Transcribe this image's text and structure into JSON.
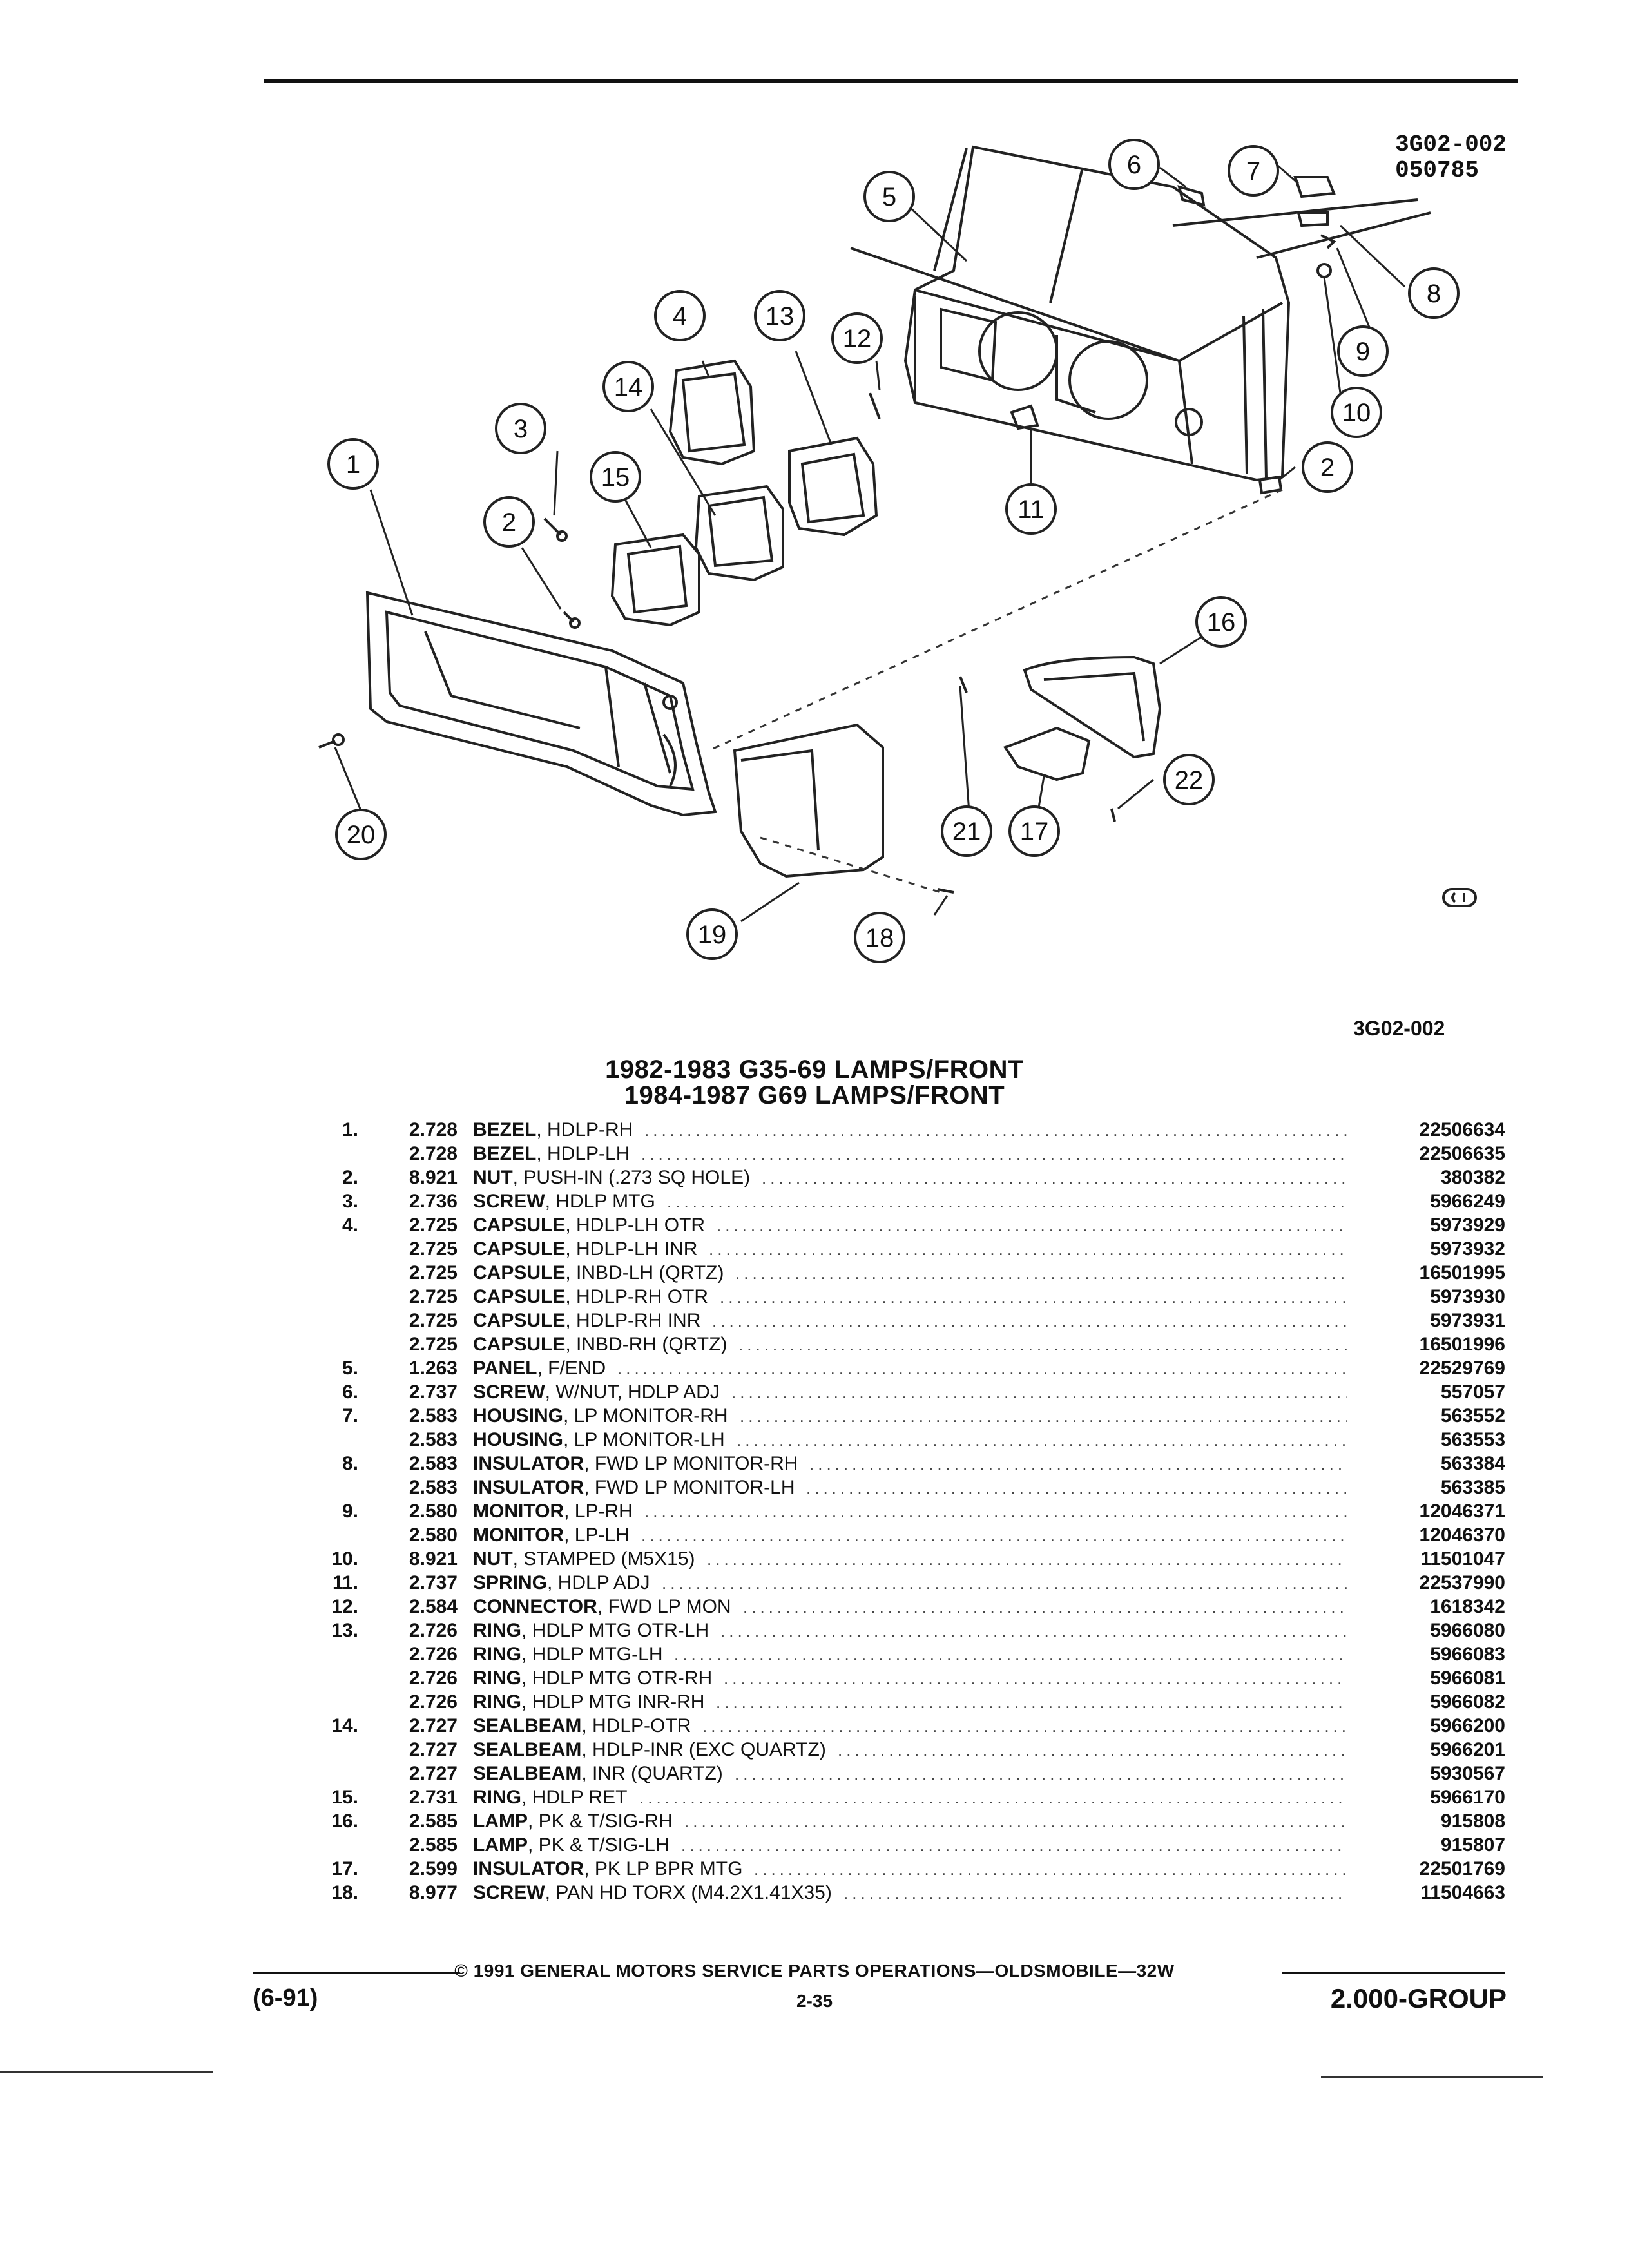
{
  "diagram": {
    "codes": [
      "3G02-002",
      "050785"
    ],
    "callouts": [
      "1",
      "2",
      "3",
      "4",
      "5",
      "6",
      "7",
      "8",
      "9",
      "10",
      "11",
      "12",
      "13",
      "14",
      "15",
      "16",
      "17",
      "18",
      "19",
      "20",
      "21",
      "22"
    ]
  },
  "figure_ref": "3G02-002",
  "headings": [
    "1982-1983 G35-69 LAMPS/FRONT",
    "1984-1987 G69 LAMPS/FRONT"
  ],
  "parts": [
    {
      "item": "1.",
      "code": "2.728",
      "name": "BEZEL",
      "desc": ", HDLP-RH",
      "part": "22506634"
    },
    {
      "item": "",
      "code": "2.728",
      "name": "BEZEL",
      "desc": ", HDLP-LH",
      "part": "22506635"
    },
    {
      "item": "2.",
      "code": "8.921",
      "name": "NUT",
      "desc": ", PUSH-IN (.273 SQ HOLE)",
      "part": "380382"
    },
    {
      "item": "3.",
      "code": "2.736",
      "name": "SCREW",
      "desc": ", HDLP MTG",
      "part": "5966249"
    },
    {
      "item": "4.",
      "code": "2.725",
      "name": "CAPSULE",
      "desc": ", HDLP-LH OTR",
      "part": "5973929"
    },
    {
      "item": "",
      "code": "2.725",
      "name": "CAPSULE",
      "desc": ", HDLP-LH INR",
      "part": "5973932"
    },
    {
      "item": "",
      "code": "2.725",
      "name": "CAPSULE",
      "desc": ", INBD-LH (QRTZ)",
      "part": "16501995"
    },
    {
      "item": "",
      "code": "2.725",
      "name": "CAPSULE",
      "desc": ", HDLP-RH OTR",
      "part": "5973930"
    },
    {
      "item": "",
      "code": "2.725",
      "name": "CAPSULE",
      "desc": ", HDLP-RH INR",
      "part": "5973931"
    },
    {
      "item": "",
      "code": "2.725",
      "name": "CAPSULE",
      "desc": ", INBD-RH (QRTZ)",
      "part": "16501996"
    },
    {
      "item": "5.",
      "code": "1.263",
      "name": "PANEL",
      "desc": ", F/END",
      "part": "22529769"
    },
    {
      "item": "6.",
      "code": "2.737",
      "name": "SCREW",
      "desc": ", W/NUT, HDLP ADJ",
      "part": "557057"
    },
    {
      "item": "7.",
      "code": "2.583",
      "name": "HOUSING",
      "desc": ", LP MONITOR-RH",
      "part": "563552"
    },
    {
      "item": "",
      "code": "2.583",
      "name": "HOUSING",
      "desc": ", LP MONITOR-LH",
      "part": "563553"
    },
    {
      "item": "8.",
      "code": "2.583",
      "name": "INSULATOR",
      "desc": ", FWD LP MONITOR-RH",
      "part": "563384"
    },
    {
      "item": "",
      "code": "2.583",
      "name": "INSULATOR",
      "desc": ", FWD LP MONITOR-LH",
      "part": "563385"
    },
    {
      "item": "9.",
      "code": "2.580",
      "name": "MONITOR",
      "desc": ", LP-RH",
      "part": "12046371"
    },
    {
      "item": "",
      "code": "2.580",
      "name": "MONITOR",
      "desc": ", LP-LH",
      "part": "12046370"
    },
    {
      "item": "10.",
      "code": "8.921",
      "name": "NUT",
      "desc": ", STAMPED (M5X15)",
      "part": "11501047"
    },
    {
      "item": "11.",
      "code": "2.737",
      "name": "SPRING",
      "desc": ", HDLP ADJ",
      "part": "22537990"
    },
    {
      "item": "12.",
      "code": "2.584",
      "name": "CONNECTOR",
      "desc": ", FWD LP MON",
      "part": "1618342"
    },
    {
      "item": "13.",
      "code": "2.726",
      "name": "RING",
      "desc": ", HDLP MTG OTR-LH",
      "part": "5966080"
    },
    {
      "item": "",
      "code": "2.726",
      "name": "RING",
      "desc": ", HDLP MTG-LH",
      "part": "5966083"
    },
    {
      "item": "",
      "code": "2.726",
      "name": "RING",
      "desc": ", HDLP MTG OTR-RH",
      "part": "5966081"
    },
    {
      "item": "",
      "code": "2.726",
      "name": "RING",
      "desc": ", HDLP MTG INR-RH",
      "part": "5966082"
    },
    {
      "item": "14.",
      "code": "2.727",
      "name": "SEALBEAM",
      "desc": ", HDLP-OTR",
      "part": "5966200"
    },
    {
      "item": "",
      "code": "2.727",
      "name": "SEALBEAM",
      "desc": ", HDLP-INR (EXC QUARTZ)",
      "part": "5966201"
    },
    {
      "item": "",
      "code": "2.727",
      "name": "SEALBEAM",
      "desc": ", INR (QUARTZ)",
      "part": "5930567"
    },
    {
      "item": "15.",
      "code": "2.731",
      "name": "RING",
      "desc": ", HDLP RET",
      "part": "5966170"
    },
    {
      "item": "16.",
      "code": "2.585",
      "name": "LAMP",
      "desc": ", PK & T/SIG-RH",
      "part": "915808"
    },
    {
      "item": "",
      "code": "2.585",
      "name": "LAMP",
      "desc": ", PK & T/SIG-LH",
      "part": "915807"
    },
    {
      "item": "17.",
      "code": "2.599",
      "name": "INSULATOR",
      "desc": ", PK LP BPR MTG",
      "part": "22501769"
    },
    {
      "item": "18.",
      "code": "8.977",
      "name": "SCREW",
      "desc": ", PAN HD TORX (M4.2X1.41X35)",
      "part": "11504663"
    }
  ],
  "footer": {
    "copyright": "© 1991 GENERAL MOTORS SERVICE PARTS OPERATIONS—OLDSMOBILE—32W",
    "date": "(6-91)",
    "page": "2-35",
    "group": "2.000-GROUP"
  }
}
